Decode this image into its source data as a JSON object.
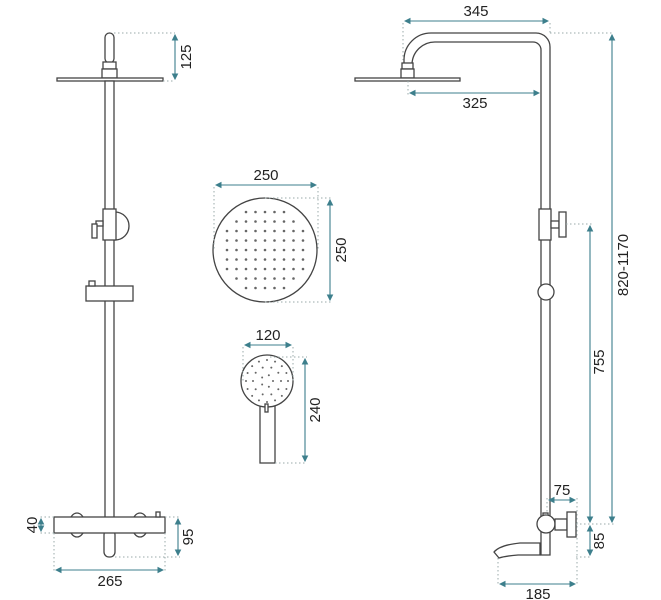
{
  "title": "Shower set technical drawing",
  "dimensions": {
    "front_view": {
      "head_drop": "125",
      "mixer_height": "40",
      "mixer_depth": "95",
      "mixer_width": "265"
    },
    "head_shower": {
      "width": "250",
      "height": "250"
    },
    "hand_shower": {
      "width": "120",
      "length": "240"
    },
    "side_view": {
      "arm_outer": "345",
      "arm_inner": "325",
      "rail_length": "755",
      "total_height": "820-1170",
      "knob_depth": "75",
      "spout_height": "85",
      "spout_reach": "185"
    }
  },
  "colors": {
    "dimension": "#3d7f8c",
    "outline": "#444444"
  }
}
